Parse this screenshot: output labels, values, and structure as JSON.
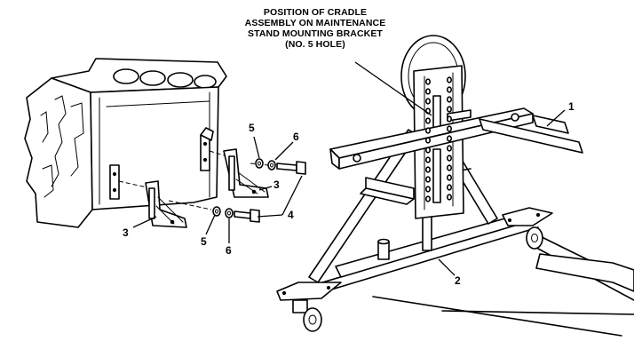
{
  "caption": {
    "lines": [
      "POSITION OF CRADLE",
      "ASSEMBLY ON MAINTENANCE",
      "STAND MOUNTING BRACKET",
      "(NO. 5 HOLE)"
    ]
  },
  "callouts": {
    "c1": "1",
    "c2": "2",
    "c3_upper": "3",
    "c3_lower": "3",
    "c4": "4",
    "c5_upper": "5",
    "c5_lower": "5",
    "c6_upper": "6",
    "c6_lower": "6"
  }
}
